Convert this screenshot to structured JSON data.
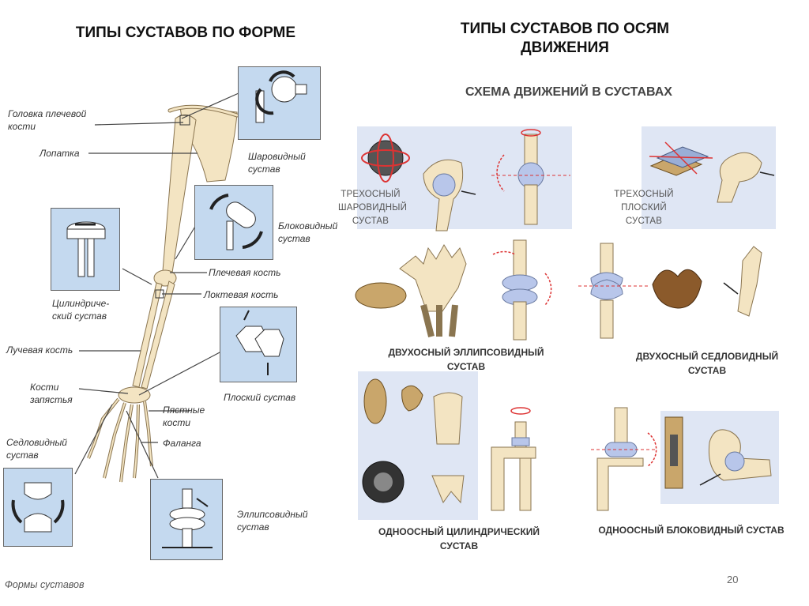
{
  "left": {
    "title": "ТИПЫ СУСТАВОВ ПО ФОРМЕ",
    "labels": {
      "humerus_head": "Головка плечевой кости",
      "scapula": "Лопатка",
      "humerus": "Плечевая кость",
      "ulna": "Локтевая кость",
      "radius": "Лучевая кость",
      "carpals": "Кости запястья",
      "metacarpals": "Пястные кости",
      "phalanx": "Фаланга",
      "ball_joint": "Шаровидный сустав",
      "hinge_joint": "Блоковидный сустав",
      "cylindrical_joint": "Цилиндриче-ский сустав",
      "plane_joint": "Плоский сустав",
      "saddle_joint": "Седловидный сустав",
      "ellipsoid_joint": "Эллипсовидный сустав"
    },
    "caption": "Формы суставов"
  },
  "right": {
    "title": "ТИПЫ СУСТАВОВ ПО ОСЯМ ДВИЖЕНИЯ",
    "subtitle": "СХЕМА ДВИЖЕНИЙ В СУСТАВАХ",
    "labels": {
      "triaxial_ball": "ТРЕХОСНЫЙ ШАРОВИДНЫЙ СУСТАВ",
      "triaxial_plane": "ТРЕХОСНЫЙ ПЛОСКИЙ СУСТАВ",
      "biaxial_ellipsoid": "ДВУХОСНЫЙ ЭЛЛИПСОВИДНЫЙ СУСТАВ",
      "biaxial_saddle": "ДВУХОСНЫЙ СЕДЛОВИДНЫЙ СУСТАВ",
      "uniaxial_cyl": "ОДНООСНЫЙ ЦИЛИНДРИЧЕСКИЙ СУСТАВ",
      "uniaxial_hinge": "ОДНООСНЫЙ БЛОКОВИДНЫЙ СУСТАВ"
    }
  },
  "page_number": "20",
  "colors": {
    "box_blue": "#c4d9ef",
    "panel_blue": "#dfe6f4",
    "bone": "#f3e4c2",
    "cartilage": "#b8c6ea"
  }
}
